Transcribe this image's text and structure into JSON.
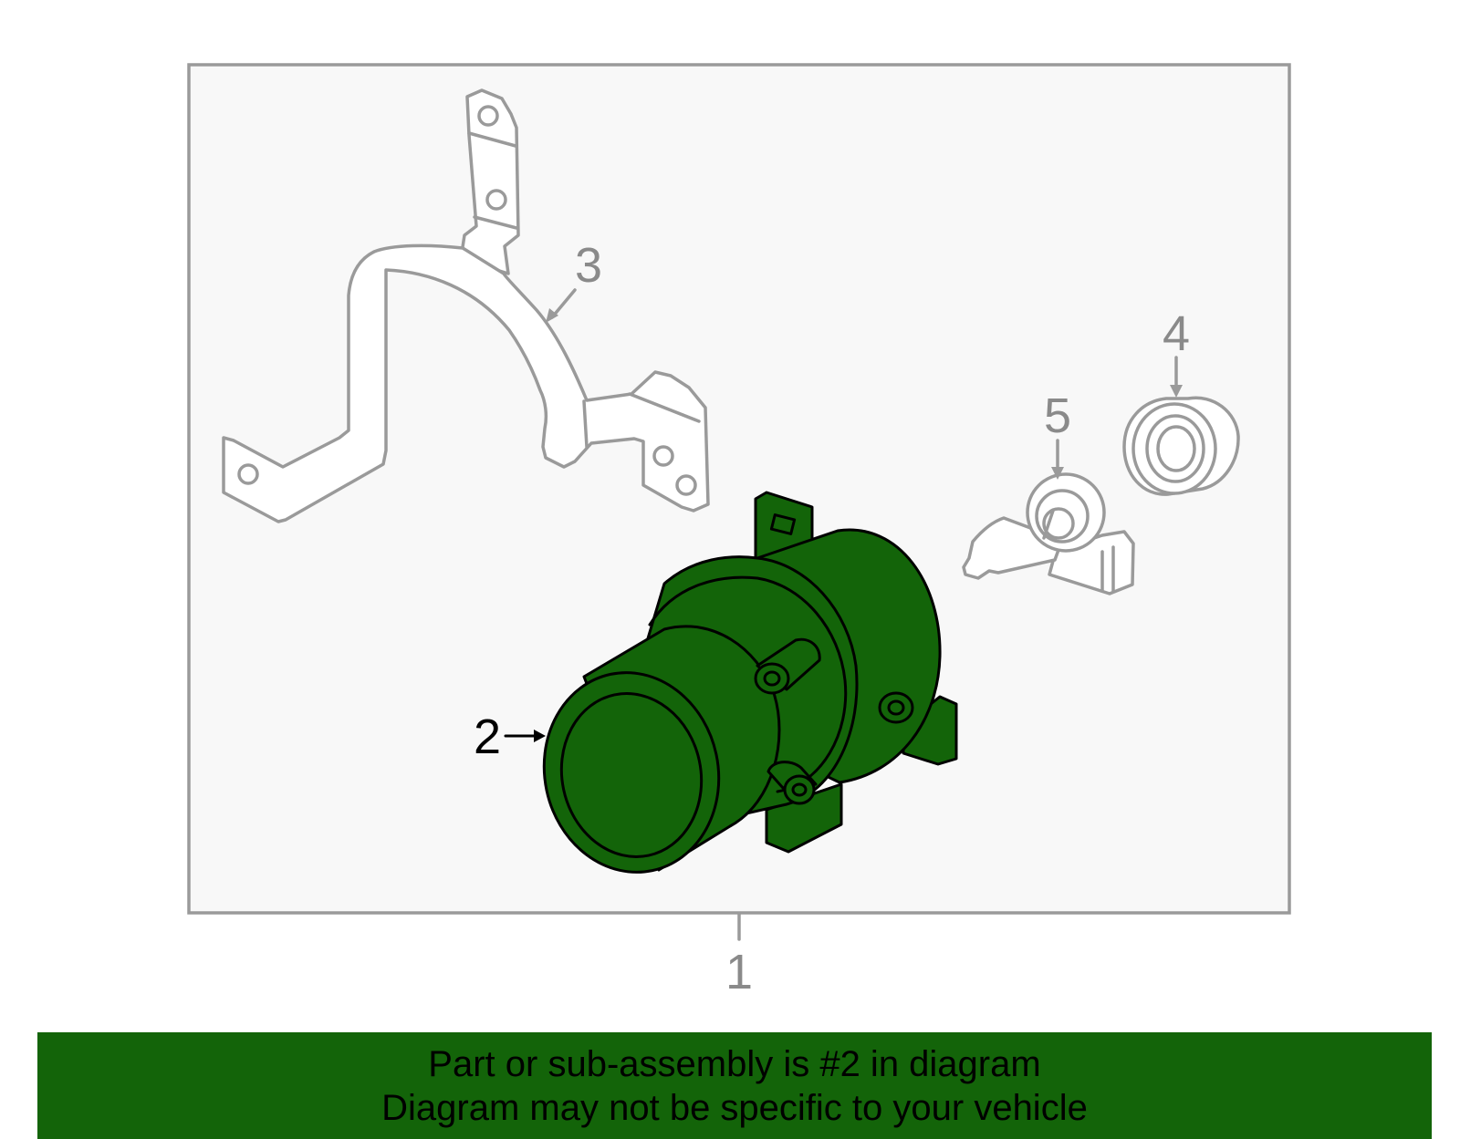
{
  "colors": {
    "highlight": "#136409",
    "banner": "#136409",
    "frame_bg": "#f8f8f8",
    "frame_border": "#9a9a9a",
    "dim_lines": "#9a9a9a"
  },
  "callouts": {
    "assembly": "1",
    "highlighted_part": "2",
    "bracket": "3",
    "socket": "4",
    "bulb": "5"
  },
  "highlighted_callout": "2",
  "banner": {
    "line1": "Part or sub-assembly is #2 in diagram",
    "line2": "Diagram may not be specific to your vehicle"
  }
}
